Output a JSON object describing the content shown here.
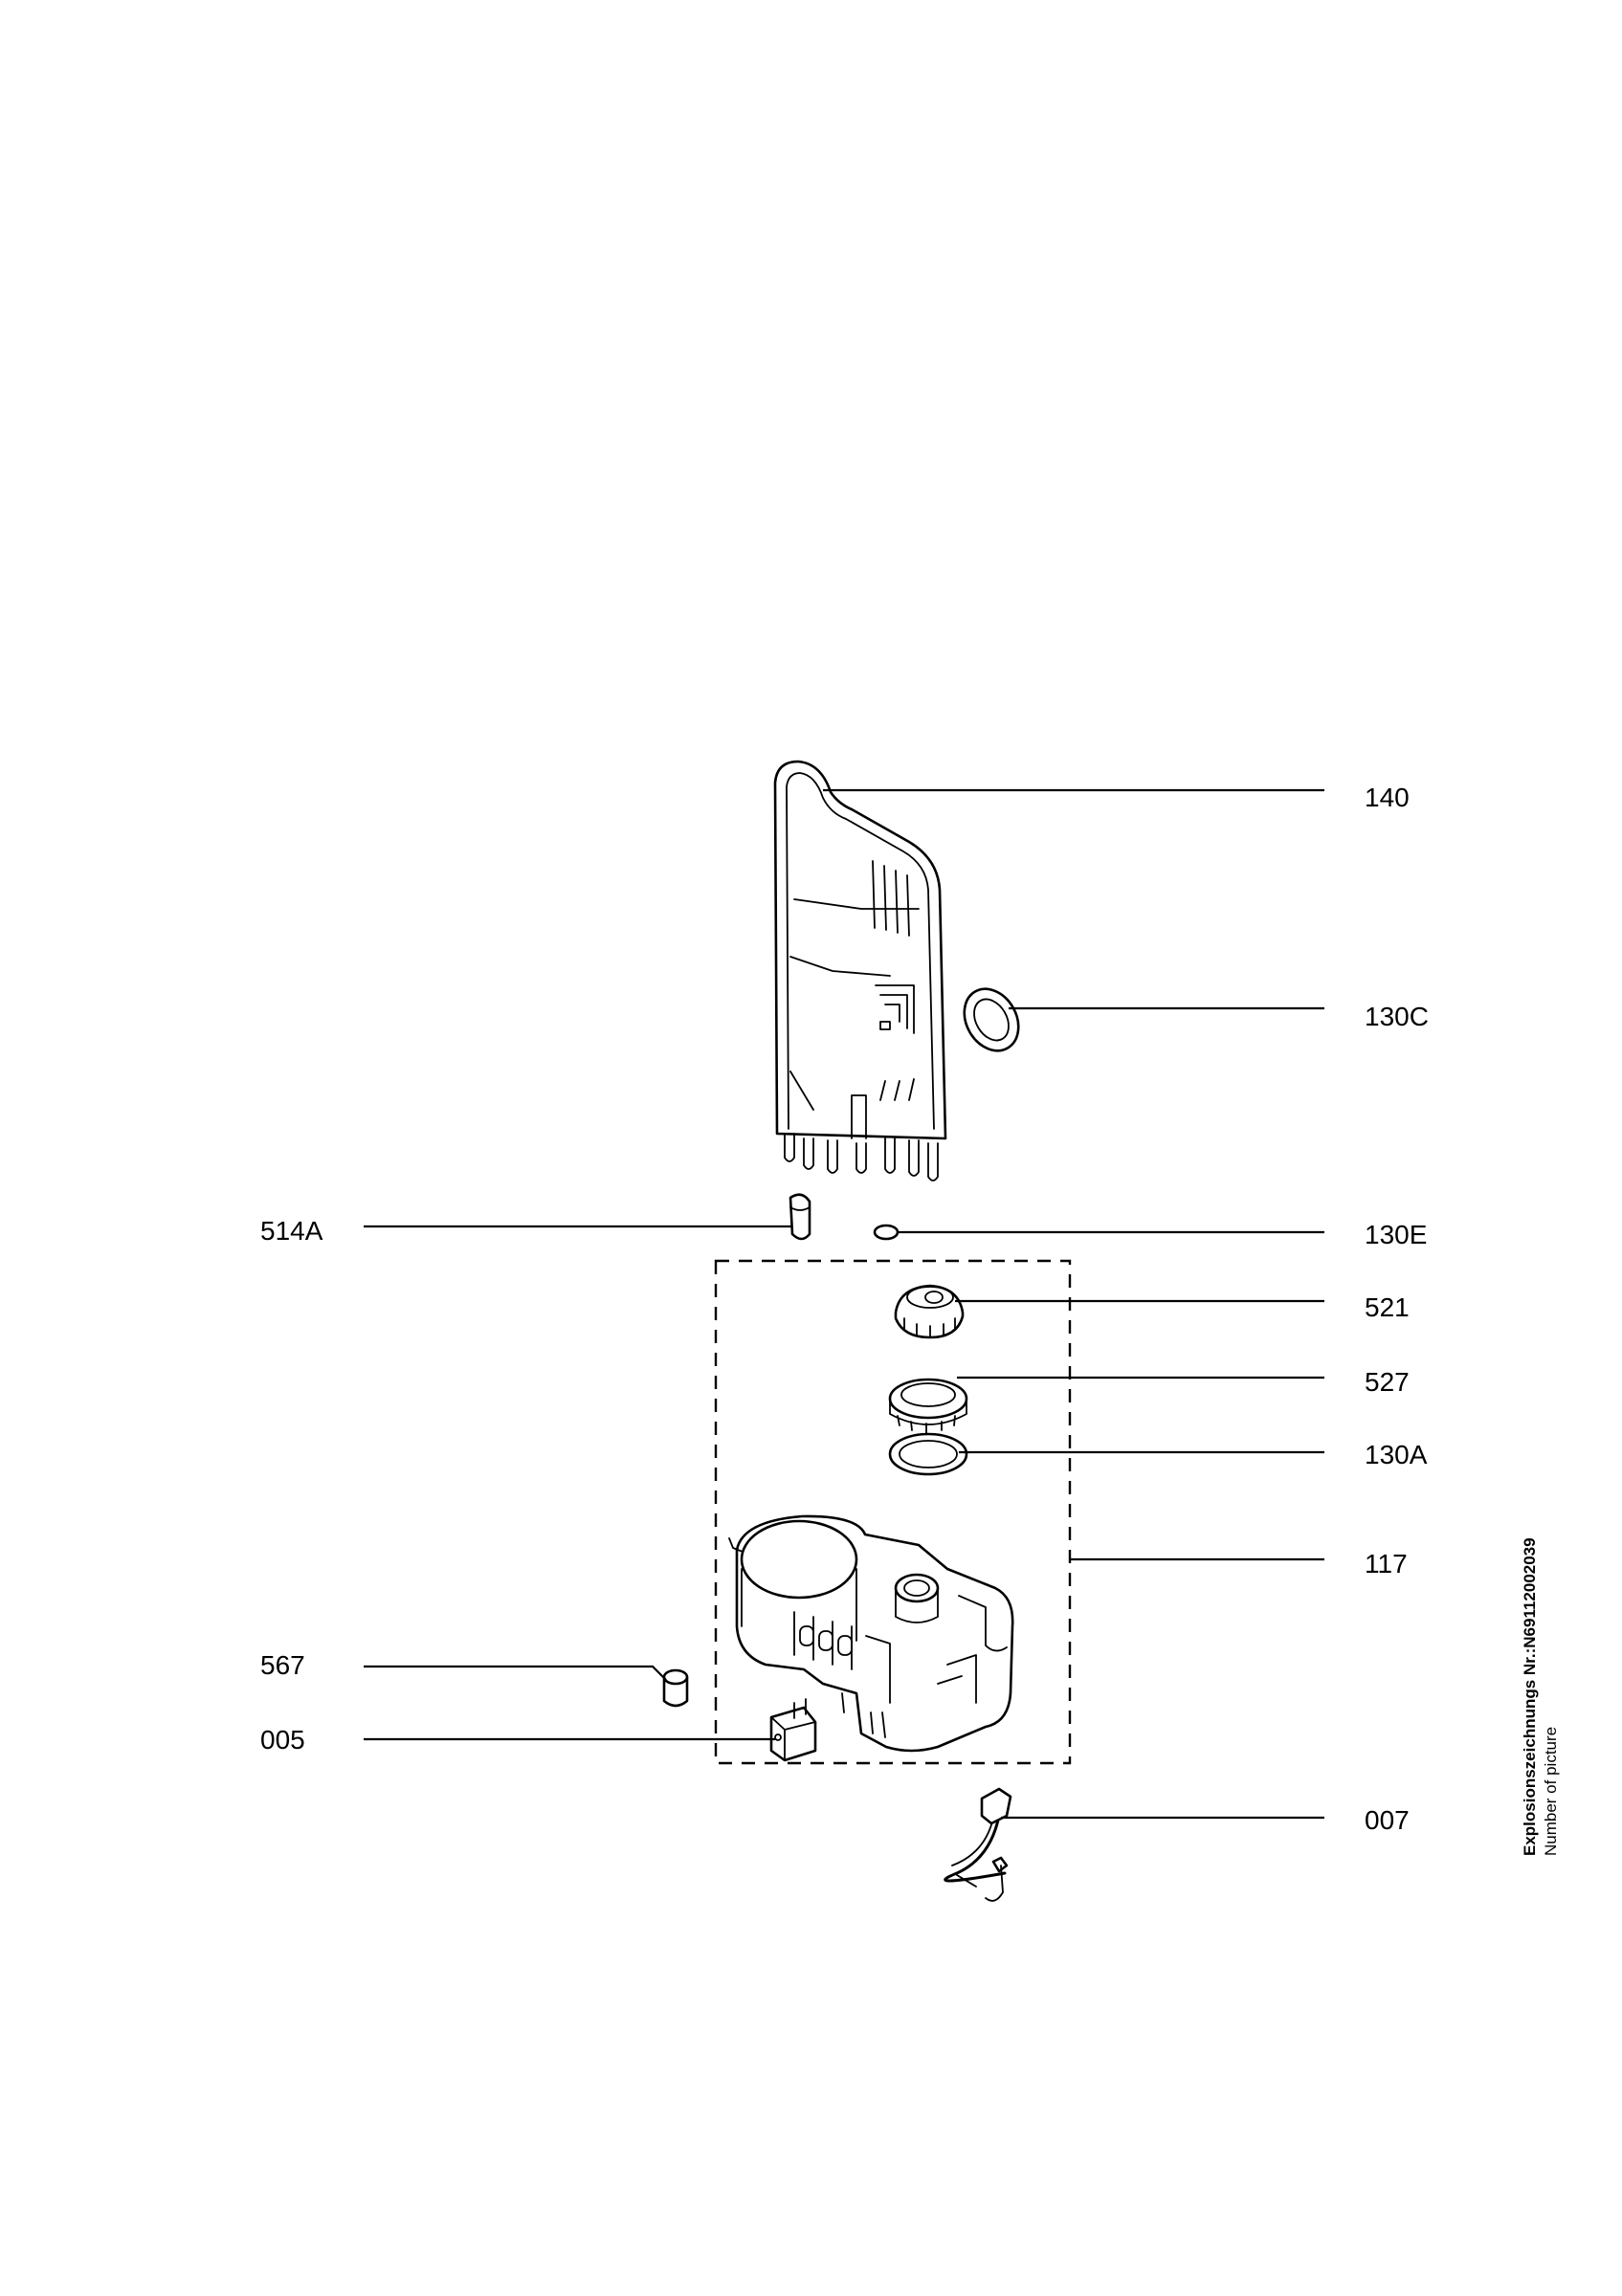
{
  "labels": {
    "p140": "140",
    "p130C": "130C",
    "p514A": "514A",
    "p130E": "130E",
    "p521": "521",
    "p527": "527",
    "p130A": "130A",
    "p117": "117",
    "p567": "567",
    "p005": "005",
    "p007": "007"
  },
  "caption": {
    "drawing_number": "Explosionszeichnungs Nr.:N69112002039",
    "subtitle": "Number of picture"
  }
}
